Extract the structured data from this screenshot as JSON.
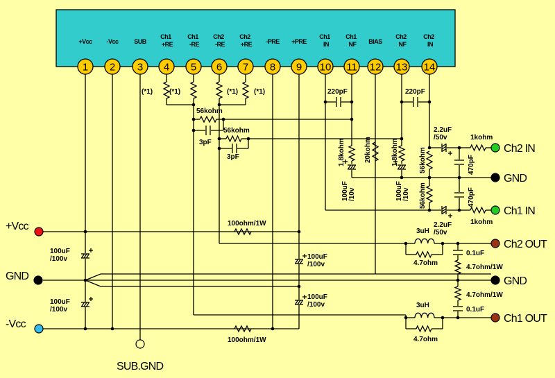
{
  "colors": {
    "background": "#ffffa8",
    "ic_body": "#33cccc",
    "pin_fill": "#ffcc00",
    "terminal_pos": "#ee1111",
    "terminal_neg": "#33bbee",
    "terminal_gnd": "#000000",
    "terminal_in": "#22cc22",
    "terminal_out": "#993311"
  },
  "ic": {
    "pins": [
      {
        "num": "1",
        "label": [
          "+Vcc"
        ]
      },
      {
        "num": "2",
        "label": [
          "-Vcc"
        ]
      },
      {
        "num": "3",
        "label": [
          "SUB"
        ]
      },
      {
        "num": "4",
        "label": [
          "Ch1",
          "+RE"
        ]
      },
      {
        "num": "5",
        "label": [
          "Ch1",
          "-RE"
        ]
      },
      {
        "num": "6",
        "label": [
          "Ch2",
          "-RE"
        ]
      },
      {
        "num": "7",
        "label": [
          "Ch2",
          "+RE"
        ]
      },
      {
        "num": "8",
        "label": [
          "-PRE"
        ]
      },
      {
        "num": "9",
        "label": [
          "+PRE"
        ]
      },
      {
        "num": "10",
        "label": [
          "Ch1",
          "IN"
        ]
      },
      {
        "num": "11",
        "label": [
          "Ch1",
          "NF"
        ]
      },
      {
        "num": "12",
        "label": [
          "BIAS"
        ]
      },
      {
        "num": "13",
        "label": [
          "Ch2",
          "NF"
        ]
      },
      {
        "num": "14",
        "label": [
          "Ch2",
          "IN"
        ]
      }
    ]
  },
  "terminals": {
    "vcc_pos": "+Vcc",
    "gnd_left": "GND",
    "vcc_neg": "-Vcc",
    "sub_gnd": "SUB.GND",
    "ch2_in": "Ch2 IN",
    "gnd_in": "GND",
    "ch1_in": "Ch1 IN",
    "ch2_out": "Ch2 OUT",
    "gnd_out": "GND",
    "ch1_out": "Ch1 OUT"
  },
  "components": {
    "re_note": "(*1)",
    "r_fb1": "56kohm",
    "c_fb1": "3pF",
    "r_fb2": "56kohm",
    "c_fb2": "3pF",
    "c_nf1": "220pF",
    "c_nf2": "220pF",
    "r_nf1": "1.8kohm",
    "r_bias": "20kohm",
    "r_nf2": "1.8kohm",
    "c_nf1_elec": [
      "100uF",
      "/10v"
    ],
    "c_nf2_elec": [
      "100uF",
      "/10v"
    ],
    "r_in2_bias": "56kohm",
    "r_in1_bias": "56kohm",
    "c_in2": [
      "2.2uF",
      "/50v"
    ],
    "c_in1": [
      "2.2uF",
      "/50v"
    ],
    "r_in2": "1kohm",
    "r_in1": "1kohm",
    "c_in2_filter": "470pF",
    "c_in1_filter": "470pF",
    "r_pre_pos": "100ohm/1W",
    "r_pre_neg": "100ohm/1W",
    "c_supply_pos": [
      "100uF",
      "/100v"
    ],
    "c_supply_neg": [
      "100uF",
      "/100v"
    ],
    "c_pre_pos": [
      "100uF",
      "/100v"
    ],
    "c_pre_neg": [
      "100uF",
      "/100v"
    ],
    "l_out2": "3uH",
    "l_out1": "3uH",
    "r_out2_par": "4.7ohm",
    "r_out1_par": "4.7ohm",
    "c_zobel2": "0.1uF",
    "r_zobel2": "4.7ohm/1W",
    "r_zobel1": "4.7ohm/1W",
    "c_zobel1": "0.1uF"
  }
}
